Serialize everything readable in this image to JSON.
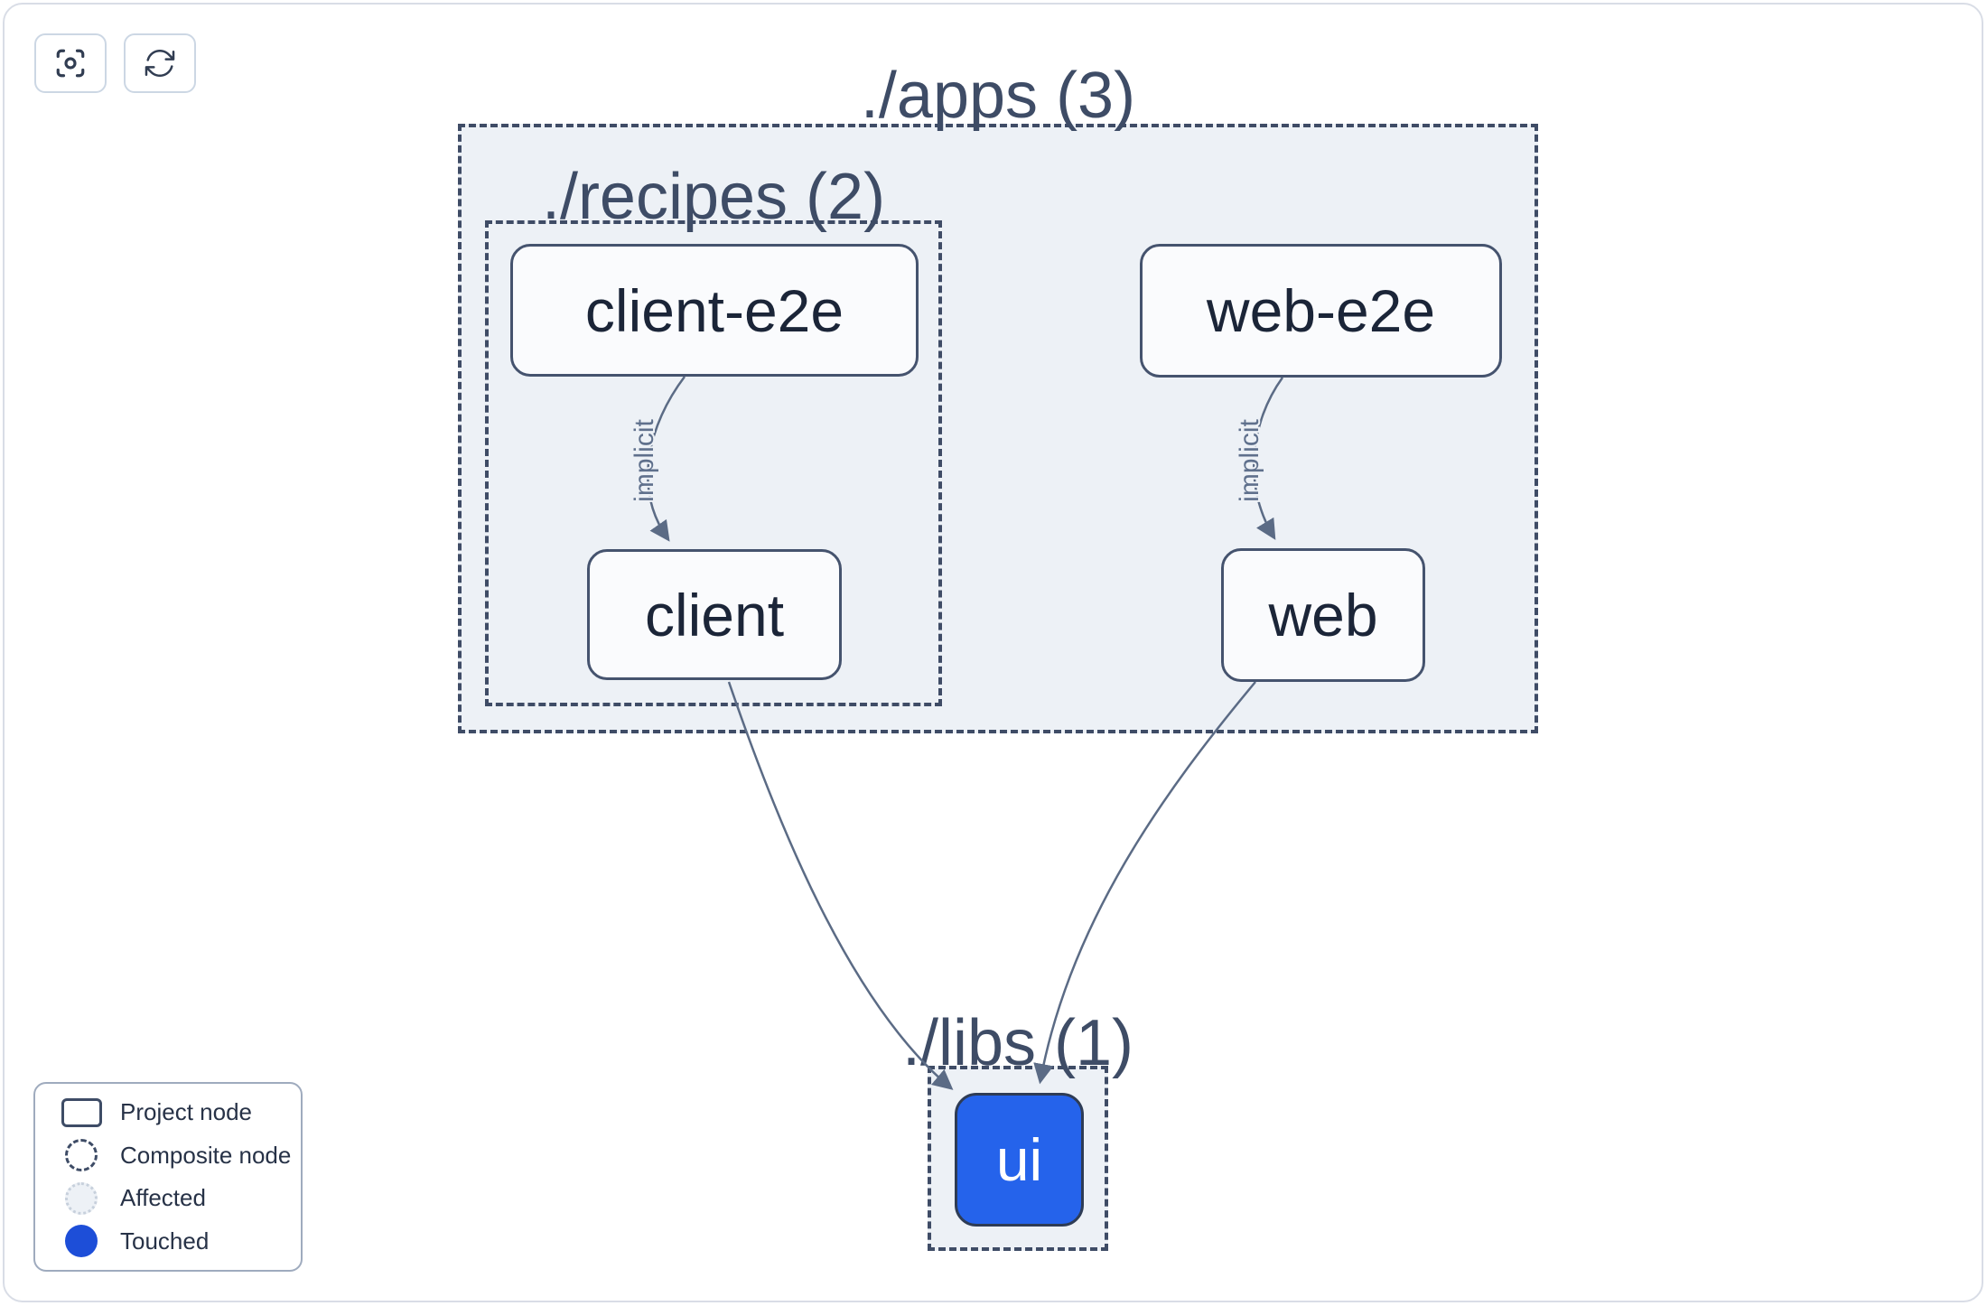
{
  "toolbar": {
    "focus_button": {
      "icon": "viewfinder-icon",
      "tooltip": ""
    },
    "refresh_button": {
      "icon": "refresh-icon",
      "tooltip": ""
    }
  },
  "graph": {
    "groups": [
      {
        "id": "apps",
        "label": "./apps (3)",
        "count": 3
      },
      {
        "id": "recipes",
        "label": "./recipes (2)",
        "count": 2
      },
      {
        "id": "libs",
        "label": "./libs (1)",
        "count": 1
      }
    ],
    "nodes": [
      {
        "id": "client-e2e",
        "label": "client-e2e",
        "state": "normal"
      },
      {
        "id": "web-e2e",
        "label": "web-e2e",
        "state": "normal"
      },
      {
        "id": "client",
        "label": "client",
        "state": "normal"
      },
      {
        "id": "web",
        "label": "web",
        "state": "normal"
      },
      {
        "id": "ui",
        "label": "ui",
        "state": "touched"
      }
    ],
    "edges": [
      {
        "from": "client-e2e",
        "to": "client",
        "label": "implicit"
      },
      {
        "from": "web-e2e",
        "to": "web",
        "label": "implicit"
      },
      {
        "from": "client",
        "to": "ui",
        "label": ""
      },
      {
        "from": "web",
        "to": "ui",
        "label": ""
      }
    ]
  },
  "legend": {
    "items": [
      {
        "swatch": "project-node",
        "label": "Project node"
      },
      {
        "swatch": "composite-node",
        "label": "Composite node"
      },
      {
        "swatch": "affected",
        "label": "Affected"
      },
      {
        "swatch": "touched",
        "label": "Touched"
      }
    ]
  },
  "colors": {
    "touched_node_blue": "#2563eb",
    "legend_touched_blue": "#1d4ed8",
    "composite_fill": "#edf1f6",
    "dashed_border": "#3f4c66",
    "node_border": "#45536e",
    "node_fill": "#fafbfd",
    "node_text": "#1b2538",
    "group_title_text": "#3e4c66",
    "edge": "#5b6b85"
  }
}
